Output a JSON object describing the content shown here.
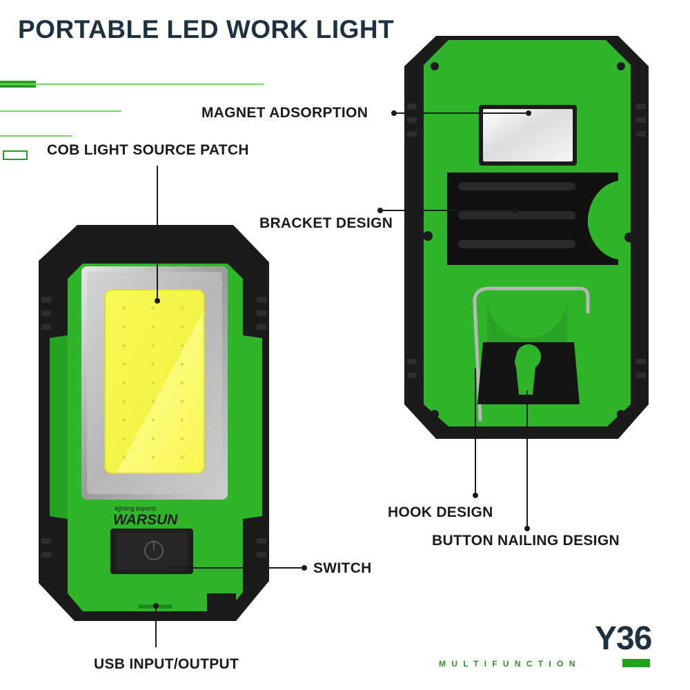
{
  "title": "PORTABLE LED WORK LIGHT",
  "labels": {
    "magnet": "MAGNET ADSORPTION",
    "cob": "COB LIGHT SOURCE PATCH",
    "bracket": "BRACKET DESIGN",
    "hook": "HOOK DESIGN",
    "button_nail": "BUTTON NAILING DESIGN",
    "switch": "SWITCH",
    "usb": "USB INPUT/OUTPUT"
  },
  "brand": {
    "tagline": "lighting experts",
    "name": "WARSUN"
  },
  "model": "Y36",
  "subtitle": "MULTIFUNCTION",
  "colors": {
    "body_green": "#2fb52a",
    "shell_black": "#1b1b1b",
    "cob_yellow": "#f3f54a",
    "title_navy": "#1e3140"
  },
  "icons": [
    "power-icon"
  ]
}
